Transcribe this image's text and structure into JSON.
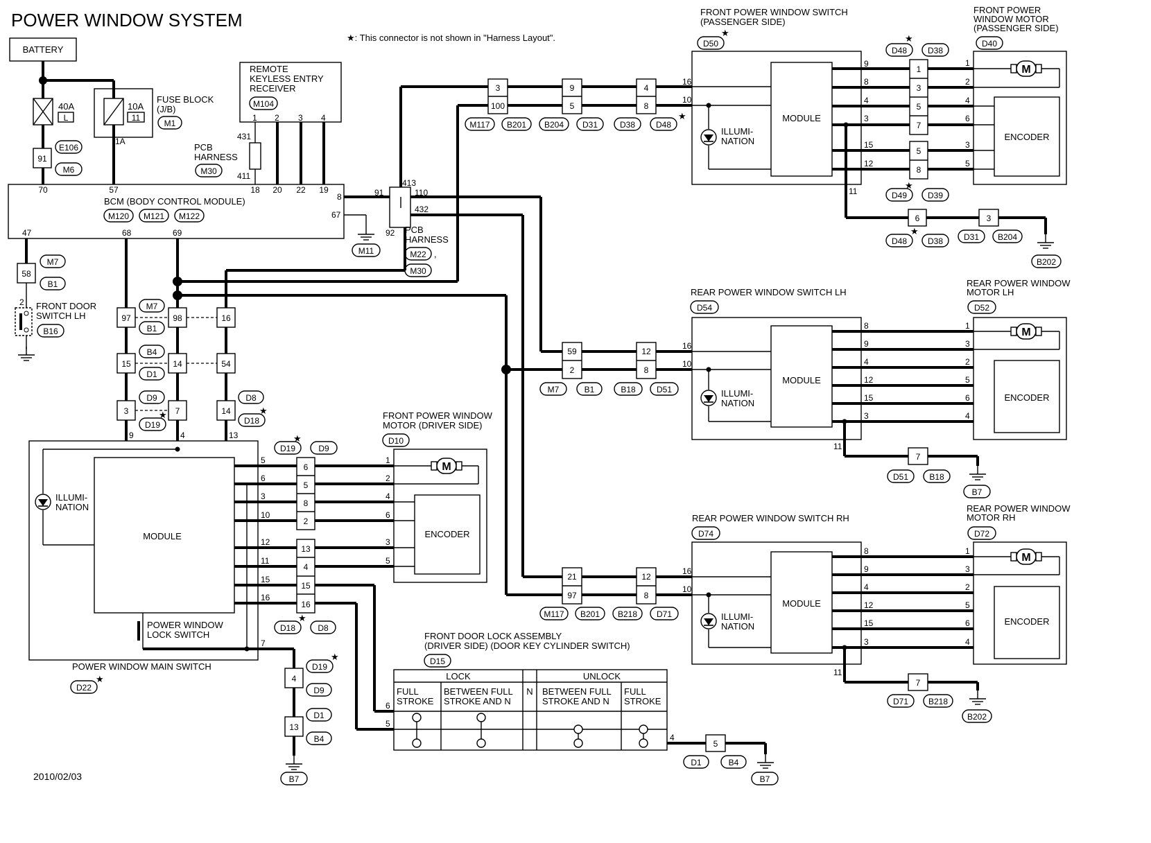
{
  "title": "POWER WINDOW SYSTEM",
  "note": "★: This connector is not shown in \"Harness Layout\".",
  "date": "2010/02/03",
  "star": "★",
  "icons": {
    "motor": "motor-icon",
    "ground": "ground-icon",
    "led": "illumination-led-icon",
    "fuse": "fuse-icon"
  },
  "top": {
    "battery": "BATTERY",
    "fuse40": "40A",
    "fuse40_label": "L",
    "fuse10": "10A",
    "fuse10_label": "11",
    "fuse_block": "FUSE BLOCK",
    "jb": "(J/B)",
    "m1": "M1",
    "pin_1a": "1A",
    "e106": "E106",
    "m6": "M6",
    "p91": "91",
    "rke1": "REMOTE",
    "rke2": "KEYLESS ENTRY",
    "rke3": "RECEIVER",
    "m104": "M104",
    "rke_p1": "1",
    "rke_p2": "2",
    "rke_p3": "3",
    "rke_p4": "4",
    "pcb": "PCB",
    "harness": "HARNESS",
    "m30": "M30",
    "p431": "431",
    "p411": "411"
  },
  "bcm": {
    "name": "BCM (BODY CONTROL MODULE)",
    "c1": "M120",
    "c2": "M121",
    "c3": "M122",
    "p70": "70",
    "p57": "57",
    "p18": "18",
    "p20": "20",
    "p22": "22",
    "p19": "19",
    "p8": "8",
    "p67": "67",
    "p47": "47",
    "p68": "68",
    "p69": "69",
    "m11": "M11"
  },
  "pcb2": {
    "p91": "91",
    "p92": "92",
    "p413": "413",
    "p110": "110",
    "p432": "432",
    "l1": "PCB",
    "l2": "HARNESS",
    "m22": "M22",
    "m30": "M30",
    "comma": ","
  },
  "inline_top": {
    "a1": "3",
    "a2": "100",
    "b1": "9",
    "b2": "5",
    "c1": "4",
    "c2": "8",
    "m117": "M117",
    "b201": "B201",
    "b204": "B204",
    "d31": "D31",
    "d38": "D38",
    "d48": "D48"
  },
  "fps": {
    "l1": "FRONT POWER WINDOW SWITCH",
    "l2": "(PASSENGER SIDE)",
    "conn": "D50",
    "p16": "16",
    "p10": "10",
    "module": "MODULE",
    "il1": "ILLUMI-",
    "il2": "NATION",
    "p9": "9",
    "p8": "8",
    "p4": "4",
    "p3": "3",
    "p15": "15",
    "p12": "12",
    "p11": "11",
    "d48": "D48",
    "d38": "D38",
    "j1": "1",
    "j3": "3",
    "j5": "5",
    "j7": "7",
    "j5b": "5",
    "j8": "8",
    "d49": "D49",
    "d39": "D39",
    "g6": "6",
    "g3": "3",
    "gd48": "D48",
    "gd38": "D38",
    "gd31": "D31",
    "gb204": "B204",
    "b202": "B202"
  },
  "fpm": {
    "l1": "FRONT POWER",
    "l2": "WINDOW MOTOR",
    "l3": "(PASSENGER SIDE)",
    "conn": "D40",
    "p1": "1",
    "p2": "2",
    "p4": "4",
    "p6": "6",
    "p3": "3",
    "p5": "5",
    "encoder": "ENCODER"
  },
  "front_door": {
    "l1": "FRONT DOOR",
    "l2": "SWITCH LH",
    "b16": "B16",
    "p2": "2",
    "p58": "58",
    "m7": "M7",
    "b1": "B1"
  },
  "mid": {
    "p97": "97",
    "p98": "98",
    "p16": "16",
    "m7": "M7",
    "b1": "B1",
    "p15": "15",
    "p14": "14",
    "p54": "54",
    "b4": "B4",
    "d1": "D1",
    "p3": "3",
    "p7": "7",
    "p14b": "14",
    "d9": "D9",
    "d19": "D19",
    "d8": "D8",
    "d18": "D18",
    "pin9": "9",
    "pin4": "4",
    "pin13": "13"
  },
  "rl_inline": {
    "a1": "59",
    "a2": "2",
    "b1": "12",
    "b2": "8",
    "m7": "M7",
    "b1c": "B1",
    "b18": "B18",
    "d51": "D51"
  },
  "rear_lh": {
    "l1": "REAR POWER WINDOW SWITCH LH",
    "conn": "D54",
    "p16": "16",
    "p10": "10",
    "module": "MODULE",
    "il1": "ILLUMI-",
    "il2": "NATION",
    "p8": "8",
    "p9": "9",
    "p4": "4",
    "p12": "12",
    "p15": "15",
    "p3": "3",
    "p11": "11",
    "g7": "7",
    "d51": "D51",
    "b18": "B18",
    "b7": "B7"
  },
  "rear_lh_motor": {
    "l1": "REAR POWER WINDOW",
    "l2": "MOTOR LH",
    "conn": "D52",
    "p1": "1",
    "p3": "3",
    "p2": "2",
    "p5": "5",
    "p6": "6",
    "p4": "4",
    "encoder": "ENCODER"
  },
  "rr_inline": {
    "a1": "21",
    "a2": "97",
    "b1": "12",
    "b2": "8",
    "m117": "M117",
    "b201": "B201",
    "b218": "B218",
    "d71": "D71"
  },
  "rear_rh": {
    "l1": "REAR POWER WINDOW SWITCH RH",
    "conn": "D74",
    "p16": "16",
    "p10": "10",
    "module": "MODULE",
    "il1": "ILLUMI-",
    "il2": "NATION",
    "p8": "8",
    "p9": "9",
    "p4": "4",
    "p12": "12",
    "p15": "15",
    "p3": "3",
    "p11": "11",
    "g7": "7",
    "d71": "D71",
    "b218": "B218",
    "b202": "B202"
  },
  "rear_rh_motor": {
    "l1": "REAR POWER WINDOW",
    "l2": "MOTOR RH",
    "conn": "D72",
    "p1": "1",
    "p3": "3",
    "p2": "2",
    "p5": "5",
    "p6": "6",
    "p4": "4",
    "encoder": "ENCODER"
  },
  "main_switch": {
    "name": "POWER WINDOW MAIN SWITCH",
    "conn": "D22",
    "module": "MODULE",
    "il1": "ILLUMI-",
    "il2": "NATION",
    "lock1": "POWER WINDOW",
    "lock2": "LOCK SWITCH",
    "p5": "5",
    "p6": "6",
    "p3": "3",
    "p10": "10",
    "p12": "12",
    "p11": "11",
    "p15": "15",
    "p16": "16",
    "p7": "7",
    "d19": "D19",
    "d9": "D9",
    "j6": "6",
    "j5": "5",
    "j8": "8",
    "j2": "2",
    "j13": "13",
    "j4": "4",
    "j15": "15",
    "j16": "16",
    "d18": "D18",
    "d8": "D8",
    "g4": "4",
    "gd19": "D19",
    "gd9": "D9",
    "gd1": "D1",
    "g13": "13",
    "gb4": "B4",
    "b7": "B7"
  },
  "fdm": {
    "l1": "FRONT POWER WINDOW",
    "l2": "MOTOR (DRIVER SIDE)",
    "conn": "D10",
    "p1": "1",
    "p2": "2",
    "p4": "4",
    "p6": "6",
    "p3": "3",
    "p5": "5",
    "encoder": "ENCODER"
  },
  "door_lock": {
    "l1": "FRONT DOOR LOCK ASSEMBLY",
    "l2": "(DRIVER SIDE) (DOOR KEY CYLINDER SWITCH)",
    "conn": "D15",
    "lock": "LOCK",
    "n": "N",
    "unlock": "UNLOCK",
    "full": "FULL",
    "stroke": "STROKE",
    "between1": "BETWEEN FULL",
    "between2": "STROKE AND N",
    "p6": "6",
    "p5": "5",
    "p4": "4",
    "g5": "5",
    "d1": "D1",
    "b4": "B4",
    "b7": "B7"
  }
}
